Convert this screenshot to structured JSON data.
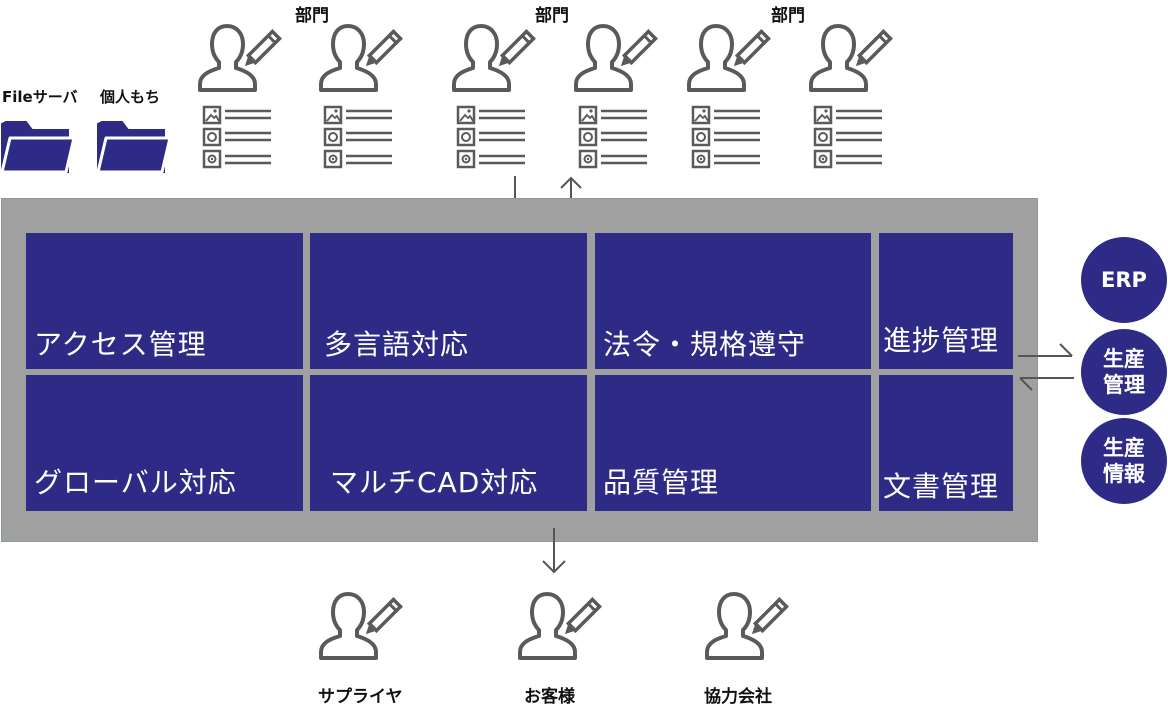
{
  "storage": [
    {
      "label": "Fileサーバ",
      "icon": "folder-icon"
    },
    {
      "label": "個人もち",
      "icon": "folder-icon"
    }
  ],
  "departments": [
    {
      "label": "部門"
    },
    {
      "label": "部門"
    },
    {
      "label": "部門"
    }
  ],
  "functions": [
    {
      "label": "アクセス管理"
    },
    {
      "label": "多言語対応"
    },
    {
      "label": "法令・規格遵守"
    },
    {
      "label": "進捗管理"
    },
    {
      "label": "グローバル対応"
    },
    {
      "label": "マルチCAD対応"
    },
    {
      "label": "品質管理"
    },
    {
      "label": "文書管理"
    }
  ],
  "systems": [
    {
      "label": "ERP"
    },
    {
      "label": "生産\n管理"
    },
    {
      "label": "生産\n情報"
    }
  ],
  "partners": [
    {
      "label": "サプライヤ"
    },
    {
      "label": "お客様"
    },
    {
      "label": "協力会社"
    }
  ],
  "colors": {
    "tile": "#2e2b87",
    "platform": "#a0a0a0",
    "icon_gray": "#555555"
  }
}
